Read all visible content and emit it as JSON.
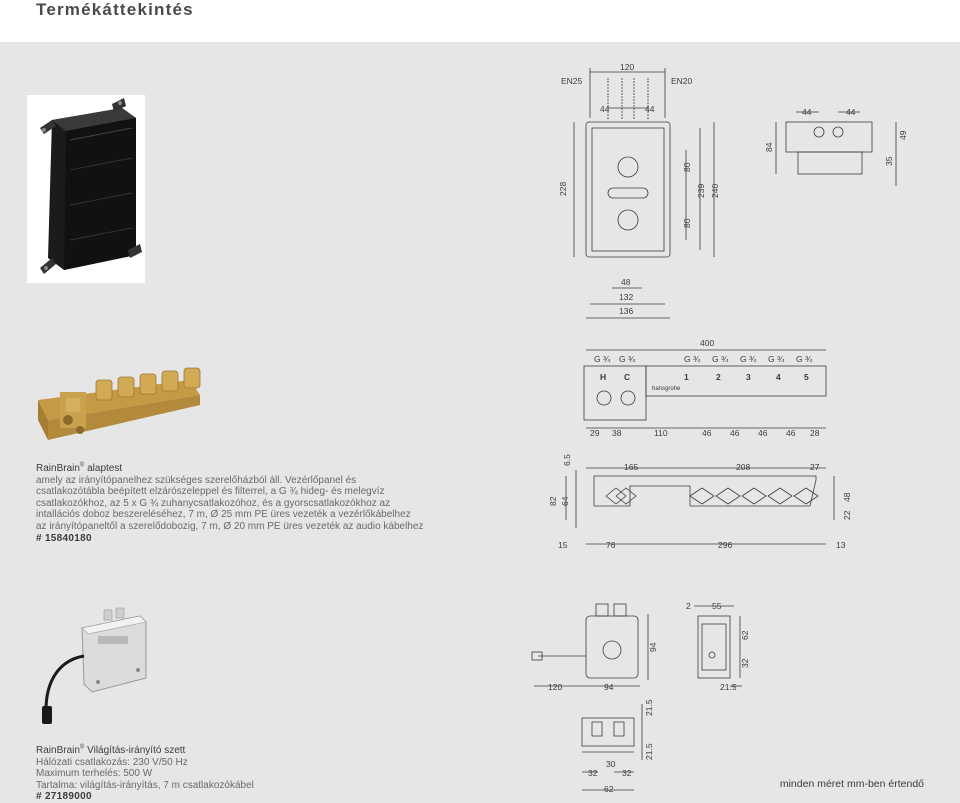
{
  "page": {
    "title": "Termékáttekintés",
    "footnote": "minden méret mm-ben értendő"
  },
  "product1": {
    "name": "RainBrain",
    "reg": "®",
    "name_suffix": " alaptest",
    "lines": [
      "amely az irányítópanelhez szükséges szerelőházból áll. Vezérlőpanel és",
      "csatlakozótábla beépített elzárószeleppel és filterrel, a G ¾ hideg- és melegvíz",
      "csatlakozókhoz, az 5 x G ¾ zuhanycsatlakozóhoz, és a gyorscsatlakozókhoz az",
      "intallációs doboz beszereléséhez, 7 m, Ø 25 mm PE üres vezeték a vezérlőkábelhez",
      "az irányítópaneltől a szerelődobozig, 7 m, Ø 20 mm PE üres vezeték az audio kábelhez"
    ],
    "code": "# 15840180"
  },
  "product2": {
    "name": "RainBrain",
    "reg": "®",
    "name_suffix": " Világítás-irányító szett",
    "lines": [
      "Hálózati csatlakozás: 230 V/50 Hz",
      "Maximum terhelés: 500 W",
      "Tartalma: világítás-irányítás, 7 m csatlakozókábel"
    ],
    "code": "# 27189000"
  },
  "drawing1": {
    "labels": [
      "120",
      "EN25",
      "EN20",
      "44",
      "44",
      "228",
      "80",
      "80",
      "239",
      "240",
      "48",
      "132",
      "136"
    ]
  },
  "drawing2": {
    "labels": [
      "44",
      "44",
      "84",
      "49",
      "35"
    ]
  },
  "drawing3": {
    "top": "400",
    "ports": [
      "G ¾",
      "G ¾",
      "G ¾",
      "G ¾",
      "G ¾",
      "G ¾",
      "G ¾"
    ],
    "letters": [
      "H",
      "C"
    ],
    "numbers": [
      "1",
      "2",
      "3",
      "4",
      "5"
    ],
    "brand": "hansgrohe",
    "bottom": [
      "29",
      "38",
      "110",
      "46",
      "46",
      "46",
      "46",
      "28"
    ]
  },
  "drawing4": {
    "top": [
      "6.5",
      "165",
      "208",
      "27"
    ],
    "left": [
      "82",
      "64"
    ],
    "right": [
      "48",
      "22"
    ],
    "bottom": [
      "15",
      "76",
      "296",
      "13"
    ]
  },
  "drawing5": {
    "labels": [
      "94",
      "120",
      "94"
    ]
  },
  "drawing6": {
    "labels": [
      "2",
      "55",
      "62",
      "32",
      "21.5"
    ]
  },
  "drawing7": {
    "labels": [
      "21.5",
      "21.5",
      "32",
      "30",
      "32",
      "62"
    ]
  }
}
